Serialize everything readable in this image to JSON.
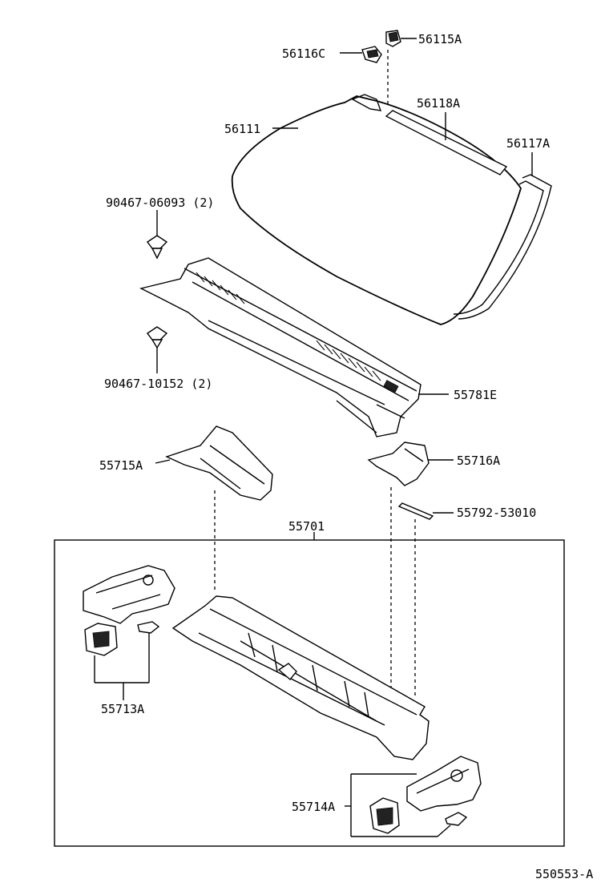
{
  "parts": {
    "p56115A": "56115A",
    "p56116C": "56116C",
    "p56118A": "56118A",
    "p56111": "56111",
    "p56117A": "56117A",
    "p90467_06093": "90467-06093 (2)",
    "p90467_10152": "90467-10152 (2)",
    "p55781E": "55781E",
    "p55715A": "55715A",
    "p55716A": "55716A",
    "p55792_53010": "55792-53010",
    "p55701": "55701",
    "p55713A": "55713A",
    "p55714A": "55714A"
  },
  "figure_code": "550553-A"
}
